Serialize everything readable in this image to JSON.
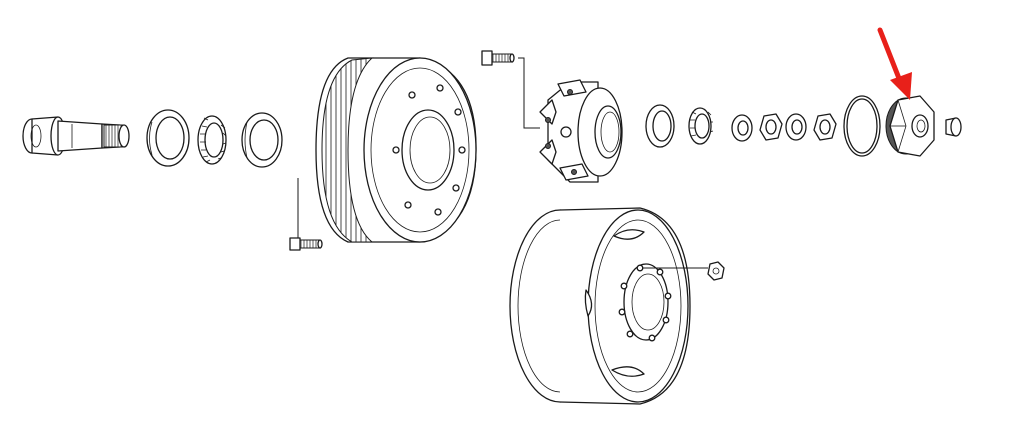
{
  "diagram": {
    "parts": [
      {
        "name": "spindle"
      },
      {
        "name": "inner-bearing-cup"
      },
      {
        "name": "inner-bearing-cone"
      },
      {
        "name": "grease-seal"
      },
      {
        "name": "brake-drum"
      },
      {
        "name": "drum-bolt"
      },
      {
        "name": "wheel-stud"
      },
      {
        "name": "hub"
      },
      {
        "name": "outer-bearing-cup"
      },
      {
        "name": "outer-bearing-cone"
      },
      {
        "name": "tab-washer"
      },
      {
        "name": "adjusting-nut"
      },
      {
        "name": "lock-washer"
      },
      {
        "name": "jam-nut"
      },
      {
        "name": "o-ring"
      },
      {
        "name": "hub-cap-nut"
      },
      {
        "name": "plug"
      },
      {
        "name": "steel-wheel"
      },
      {
        "name": "lug-nut"
      }
    ],
    "highlight": {
      "target": "hub-cap-nut",
      "color": "#e8201a"
    },
    "colors": {
      "line": "#1a1a1a",
      "background": "#ffffff"
    }
  }
}
